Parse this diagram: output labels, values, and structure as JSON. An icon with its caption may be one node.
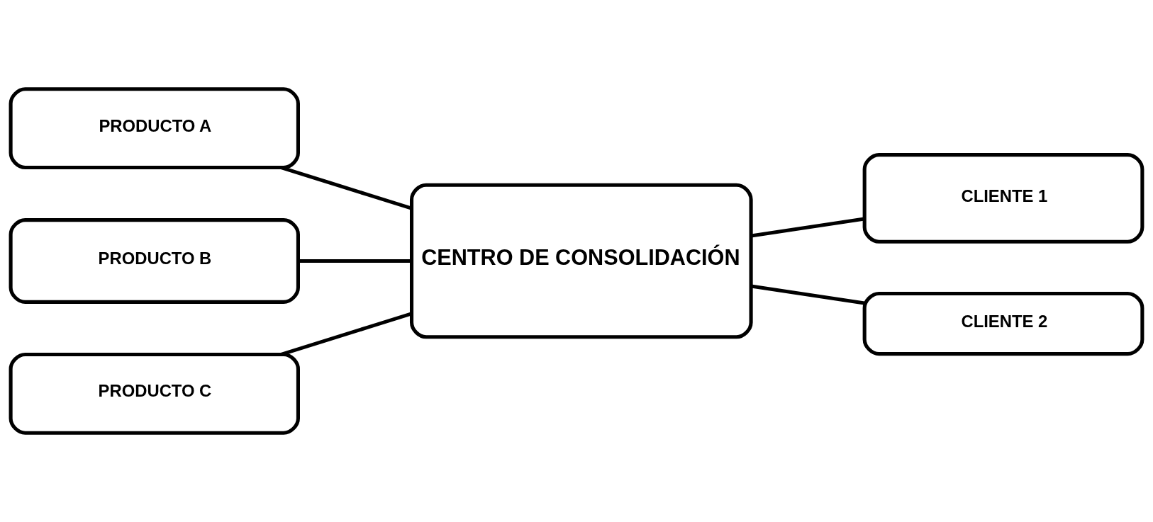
{
  "diagram": {
    "nodes": [
      {
        "text": [
          "PRODUCTO A"
        ]
      },
      {
        "text": [
          "PRODUCTO B"
        ]
      },
      {
        "text": [
          "PRODUCTO C"
        ]
      },
      {
        "text": [
          "CENTRO DE CONSOLIDACIÓN"
        ]
      },
      {
        "text": [
          "CLIENTE 1"
        ]
      },
      {
        "text": [
          "CLIENTE 2"
        ]
      }
    ],
    "edges": [
      {
        "from": 0,
        "to": 3,
        "arrow": "none"
      },
      {
        "from": 1,
        "to": 3,
        "arrow": "none"
      },
      {
        "from": 2,
        "to": 3,
        "arrow": "none"
      },
      {
        "from": 3,
        "to": 4,
        "arrow": "none"
      },
      {
        "from": 3,
        "to": 5,
        "arrow": "none"
      }
    ]
  }
}
